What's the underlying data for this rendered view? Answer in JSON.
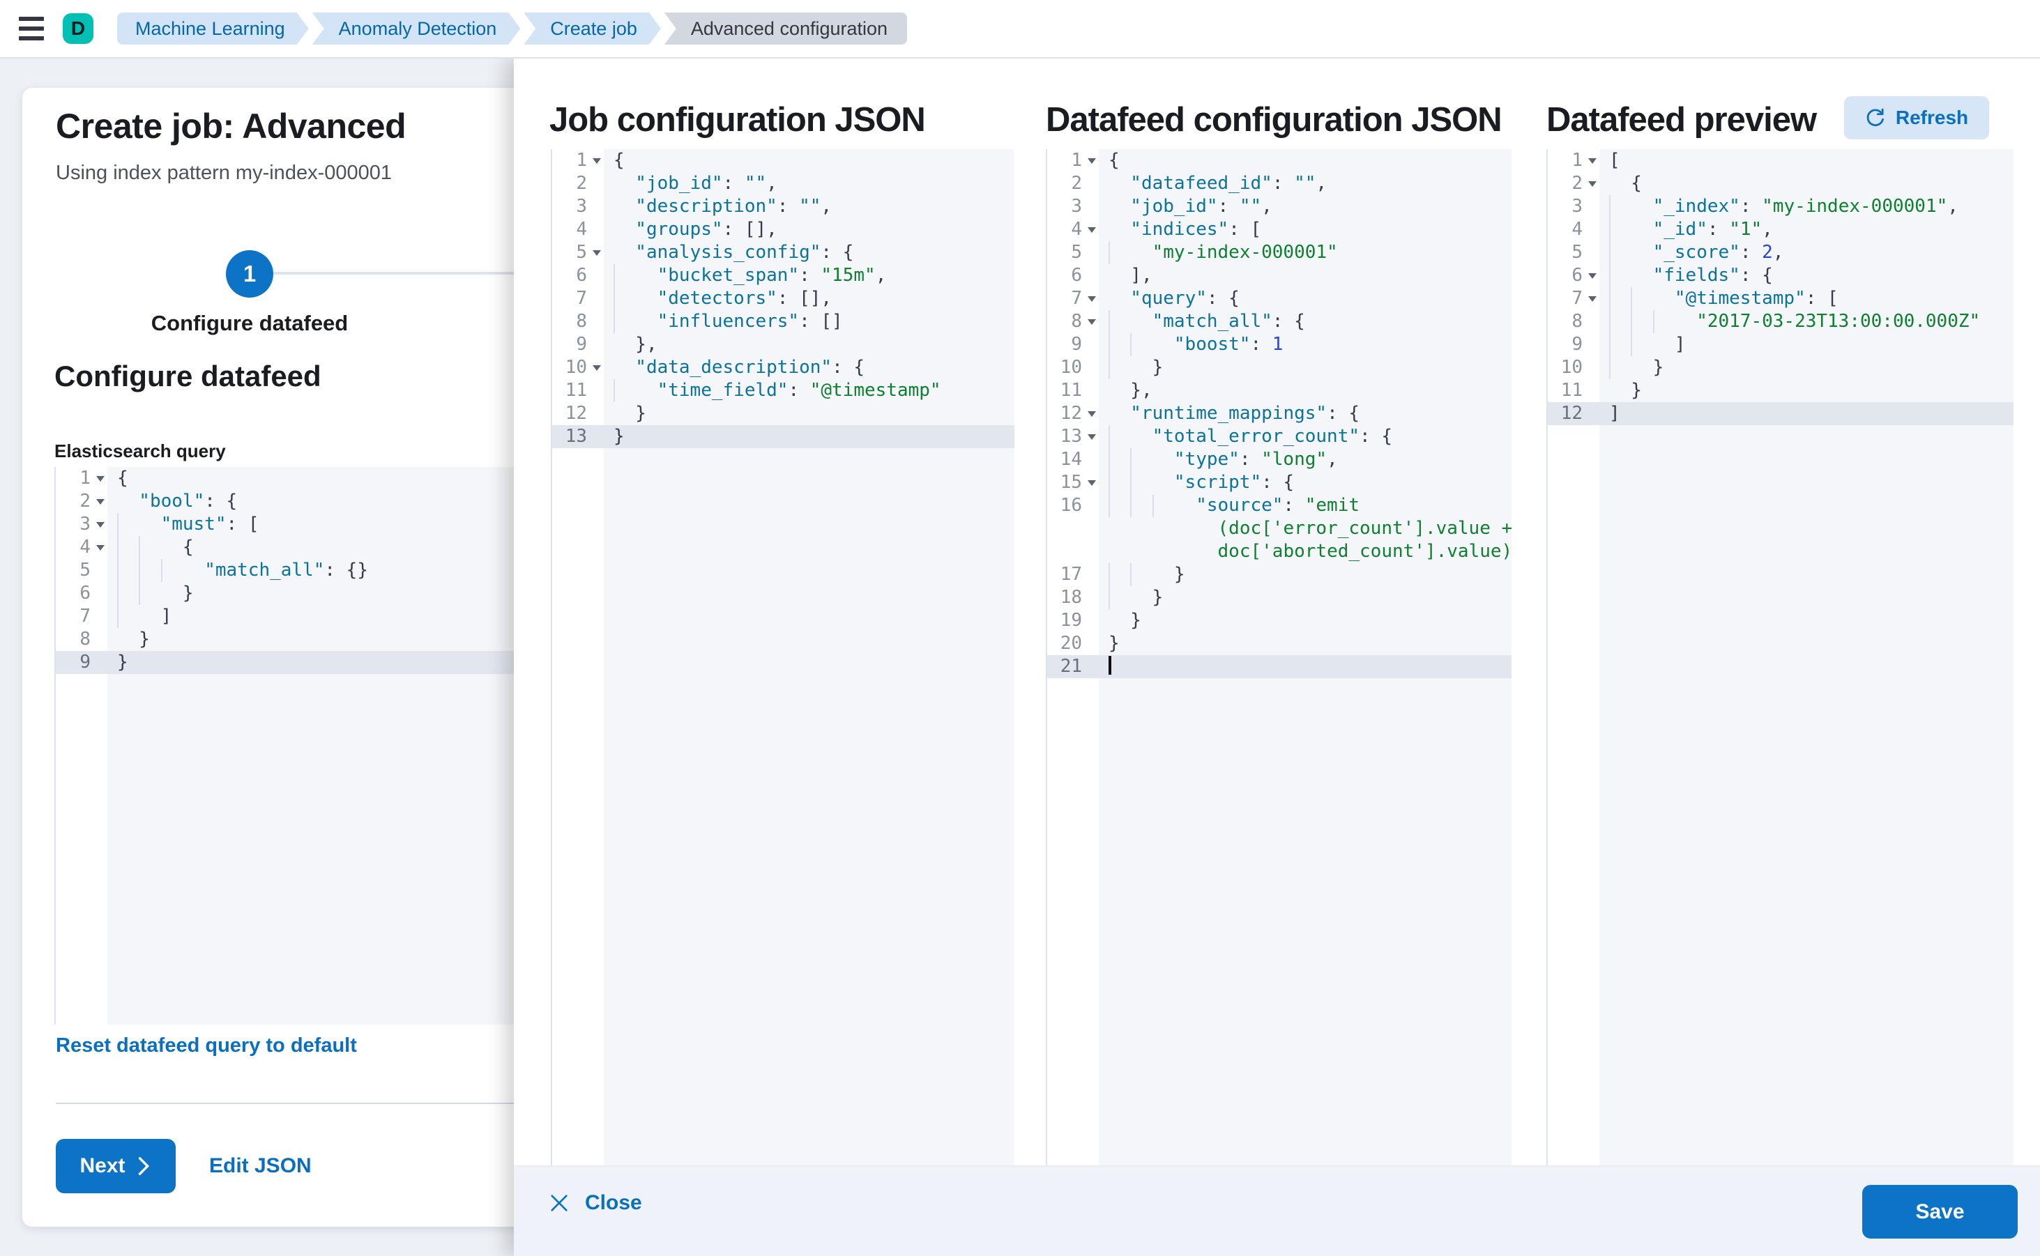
{
  "topbar": {
    "avatar_initial": "D",
    "breadcrumbs": [
      {
        "label": "Machine Learning",
        "current": false
      },
      {
        "label": "Anomaly Detection",
        "current": false
      },
      {
        "label": "Create job",
        "current": false
      },
      {
        "label": "Advanced configuration",
        "current": true
      }
    ]
  },
  "page": {
    "title": "Create job: Advanced",
    "subtitle": "Using index pattern my-index-000001",
    "step": {
      "number": "1",
      "label": "Configure datafeed"
    },
    "section_heading": "Configure datafeed",
    "query_label": "Elasticsearch query",
    "reset_link": "Reset datafeed query to default",
    "next_button": "Next",
    "edit_json_link": "Edit JSON"
  },
  "flyout": {
    "columns": [
      {
        "title": "Job configuration JSON"
      },
      {
        "title": "Datafeed configuration JSON"
      },
      {
        "title": "Datafeed preview"
      }
    ],
    "refresh_button": "Refresh",
    "close_button": "Close",
    "save_button": "Save"
  },
  "colors": {
    "primary_button": "#0d73c6",
    "link_blue": "#0b6fc0",
    "breadcrumb_blue_bg": "#d2e4f6",
    "breadcrumb_gray_bg": "#d3d7df",
    "avatar_teal": "#00bfb3",
    "editor_bg": "#f4f6f9",
    "active_line_bg": "#e2e7ef",
    "code_key": "#0b739c",
    "code_string": "#0e8030",
    "code_number": "#2745cb"
  },
  "editors": {
    "es_query": {
      "lines": [
        {
          "n": 1,
          "fold": 1,
          "u": 0,
          "parts": [
            [
              "p",
              "{"
            ]
          ]
        },
        {
          "n": 2,
          "fold": 1,
          "u": 1,
          "parts": [
            [
              "k",
              "\"bool\""
            ],
            [
              "p",
              ": {"
            ]
          ]
        },
        {
          "n": 3,
          "fold": 1,
          "u": 2,
          "parts": [
            [
              "k",
              "\"must\""
            ],
            [
              "p",
              ": ["
            ]
          ]
        },
        {
          "n": 4,
          "fold": 1,
          "u": 3,
          "parts": [
            [
              "p",
              "{"
            ]
          ]
        },
        {
          "n": 5,
          "u": 4,
          "parts": [
            [
              "k",
              "\"match_all\""
            ],
            [
              "p",
              ": {}"
            ]
          ]
        },
        {
          "n": 6,
          "u": 3,
          "parts": [
            [
              "p",
              "}"
            ]
          ]
        },
        {
          "n": 7,
          "u": 2,
          "parts": [
            [
              "p",
              "]"
            ]
          ]
        },
        {
          "n": 8,
          "u": 1,
          "parts": [
            [
              "p",
              "}"
            ]
          ]
        },
        {
          "n": 9,
          "active": 1,
          "u": 0,
          "parts": [
            [
              "p",
              "}"
            ]
          ]
        }
      ]
    },
    "job_config": {
      "lines": [
        {
          "n": 1,
          "fold": 1,
          "u": 0,
          "parts": [
            [
              "p",
              "{"
            ]
          ]
        },
        {
          "n": 2,
          "u": 1,
          "parts": [
            [
              "k",
              "\"job_id\""
            ],
            [
              "p",
              ": "
            ],
            [
              "k",
              "\"\""
            ],
            [
              "p",
              ","
            ]
          ]
        },
        {
          "n": 3,
          "u": 1,
          "parts": [
            [
              "k",
              "\"description\""
            ],
            [
              "p",
              ": "
            ],
            [
              "k",
              "\"\""
            ],
            [
              "p",
              ","
            ]
          ]
        },
        {
          "n": 4,
          "u": 1,
          "parts": [
            [
              "k",
              "\"groups\""
            ],
            [
              "p",
              ": [],"
            ]
          ]
        },
        {
          "n": 5,
          "fold": 1,
          "u": 1,
          "parts": [
            [
              "k",
              "\"analysis_config\""
            ],
            [
              "p",
              ": {"
            ]
          ]
        },
        {
          "n": 6,
          "u": 2,
          "parts": [
            [
              "k",
              "\"bucket_span\""
            ],
            [
              "p",
              ": "
            ],
            [
              "s",
              "\"15m\""
            ],
            [
              "p",
              ","
            ]
          ]
        },
        {
          "n": 7,
          "u": 2,
          "parts": [
            [
              "k",
              "\"detectors\""
            ],
            [
              "p",
              ": [],"
            ]
          ]
        },
        {
          "n": 8,
          "u": 2,
          "parts": [
            [
              "k",
              "\"influencers\""
            ],
            [
              "p",
              ": []"
            ]
          ]
        },
        {
          "n": 9,
          "u": 1,
          "parts": [
            [
              "p",
              "},"
            ]
          ]
        },
        {
          "n": 10,
          "fold": 1,
          "u": 1,
          "parts": [
            [
              "k",
              "\"data_description\""
            ],
            [
              "p",
              ": {"
            ]
          ]
        },
        {
          "n": 11,
          "u": 2,
          "parts": [
            [
              "k",
              "\"time_field\""
            ],
            [
              "p",
              ": "
            ],
            [
              "s",
              "\"@timestamp\""
            ]
          ]
        },
        {
          "n": 12,
          "u": 1,
          "parts": [
            [
              "p",
              "}"
            ]
          ]
        },
        {
          "n": 13,
          "active": 1,
          "u": 0,
          "parts": [
            [
              "p",
              "}"
            ]
          ]
        }
      ]
    },
    "datafeed_config": {
      "lines": [
        {
          "n": 1,
          "fold": 1,
          "u": 0,
          "parts": [
            [
              "p",
              "{"
            ]
          ]
        },
        {
          "n": 2,
          "u": 1,
          "parts": [
            [
              "k",
              "\"datafeed_id\""
            ],
            [
              "p",
              ": "
            ],
            [
              "k",
              "\"\""
            ],
            [
              "p",
              ","
            ]
          ]
        },
        {
          "n": 3,
          "u": 1,
          "parts": [
            [
              "k",
              "\"job_id\""
            ],
            [
              "p",
              ": "
            ],
            [
              "k",
              "\"\""
            ],
            [
              "p",
              ","
            ]
          ]
        },
        {
          "n": 4,
          "fold": 1,
          "u": 1,
          "parts": [
            [
              "k",
              "\"indices\""
            ],
            [
              "p",
              ": ["
            ]
          ]
        },
        {
          "n": 5,
          "u": 2,
          "parts": [
            [
              "s",
              "\"my-index-000001\""
            ]
          ]
        },
        {
          "n": 6,
          "u": 1,
          "parts": [
            [
              "p",
              "],"
            ]
          ]
        },
        {
          "n": 7,
          "fold": 1,
          "u": 1,
          "parts": [
            [
              "k",
              "\"query\""
            ],
            [
              "p",
              ": {"
            ]
          ]
        },
        {
          "n": 8,
          "fold": 1,
          "u": 2,
          "parts": [
            [
              "k",
              "\"match_all\""
            ],
            [
              "p",
              ": {"
            ]
          ]
        },
        {
          "n": 9,
          "u": 3,
          "parts": [
            [
              "k",
              "\"boost\""
            ],
            [
              "p",
              ": "
            ],
            [
              "n",
              "1"
            ]
          ]
        },
        {
          "n": 10,
          "u": 2,
          "parts": [
            [
              "p",
              "}"
            ]
          ]
        },
        {
          "n": 11,
          "u": 1,
          "parts": [
            [
              "p",
              "},"
            ]
          ]
        },
        {
          "n": 12,
          "fold": 1,
          "u": 1,
          "parts": [
            [
              "k",
              "\"runtime_mappings\""
            ],
            [
              "p",
              ": {"
            ]
          ]
        },
        {
          "n": 13,
          "fold": 1,
          "u": 2,
          "parts": [
            [
              "k",
              "\"total_error_count\""
            ],
            [
              "p",
              ": {"
            ]
          ]
        },
        {
          "n": 14,
          "u": 3,
          "parts": [
            [
              "k",
              "\"type\""
            ],
            [
              "p",
              ": "
            ],
            [
              "s",
              "\"long\""
            ],
            [
              "p",
              ","
            ]
          ]
        },
        {
          "n": 15,
          "fold": 1,
          "u": 3,
          "parts": [
            [
              "k",
              "\"script\""
            ],
            [
              "p",
              ": {"
            ]
          ]
        },
        {
          "n": 16,
          "u": 4,
          "parts": [
            [
              "k",
              "\"source\""
            ],
            [
              "p",
              ": "
            ],
            [
              "s",
              "\"emit"
            ]
          ]
        },
        {
          "wrap": 1,
          "u": 0,
          "parts": [
            [
              "s",
              "          (doc['error_count'].value +"
            ]
          ]
        },
        {
          "wrap": 1,
          "u": 0,
          "parts": [
            [
              "s",
              "          doc['aborted_count'].value)\""
            ]
          ]
        },
        {
          "n": 17,
          "u": 3,
          "parts": [
            [
              "p",
              "}"
            ]
          ]
        },
        {
          "n": 18,
          "u": 2,
          "parts": [
            [
              "p",
              "}"
            ]
          ]
        },
        {
          "n": 19,
          "u": 1,
          "parts": [
            [
              "p",
              "}"
            ]
          ]
        },
        {
          "n": 20,
          "u": 0,
          "parts": [
            [
              "p",
              "}"
            ]
          ]
        },
        {
          "n": 21,
          "active": 1,
          "cursor": 1,
          "u": 0,
          "parts": []
        }
      ]
    },
    "preview": {
      "lines": [
        {
          "n": 1,
          "fold": 1,
          "u": 0,
          "parts": [
            [
              "p",
              "["
            ]
          ]
        },
        {
          "n": 2,
          "fold": 1,
          "u": 1,
          "parts": [
            [
              "p",
              "{"
            ]
          ]
        },
        {
          "n": 3,
          "u": 2,
          "parts": [
            [
              "k",
              "\"_index\""
            ],
            [
              "p",
              ": "
            ],
            [
              "s",
              "\"my-index-000001\""
            ],
            [
              "p",
              ","
            ]
          ]
        },
        {
          "n": 4,
          "u": 2,
          "parts": [
            [
              "k",
              "\"_id\""
            ],
            [
              "p",
              ": "
            ],
            [
              "s",
              "\"1\""
            ],
            [
              "p",
              ","
            ]
          ]
        },
        {
          "n": 5,
          "u": 2,
          "parts": [
            [
              "k",
              "\"_score\""
            ],
            [
              "p",
              ": "
            ],
            [
              "n",
              "2"
            ],
            [
              "p",
              ","
            ]
          ]
        },
        {
          "n": 6,
          "fold": 1,
          "u": 2,
          "parts": [
            [
              "k",
              "\"fields\""
            ],
            [
              "p",
              ": {"
            ]
          ]
        },
        {
          "n": 7,
          "fold": 1,
          "u": 3,
          "parts": [
            [
              "k",
              "\"@timestamp\""
            ],
            [
              "p",
              ": ["
            ]
          ]
        },
        {
          "n": 8,
          "u": 4,
          "parts": [
            [
              "s",
              "\"2017-03-23T13:00:00.000Z\""
            ]
          ]
        },
        {
          "n": 9,
          "u": 3,
          "parts": [
            [
              "p",
              "]"
            ]
          ]
        },
        {
          "n": 10,
          "u": 2,
          "parts": [
            [
              "p",
              "}"
            ]
          ]
        },
        {
          "n": 11,
          "u": 1,
          "parts": [
            [
              "p",
              "}"
            ]
          ]
        },
        {
          "n": 12,
          "active": 1,
          "u": 0,
          "parts": [
            [
              "p",
              "]"
            ]
          ]
        }
      ]
    }
  }
}
